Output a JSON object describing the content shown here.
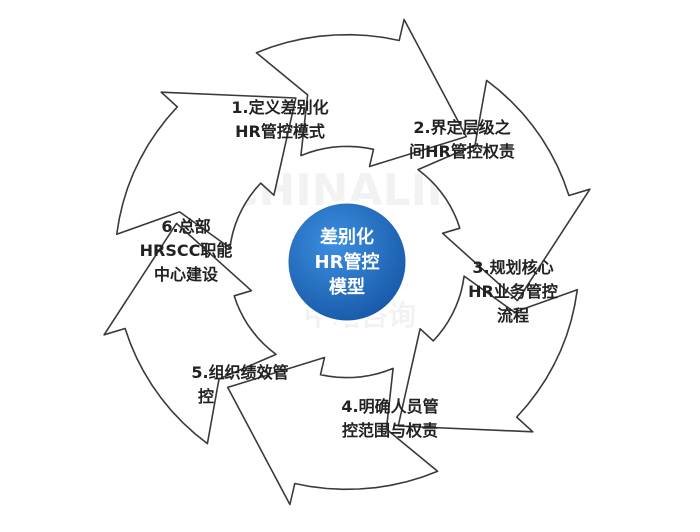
{
  "center": {
    "lines": [
      "差别化",
      "HR管控",
      "模型"
    ],
    "color": "#1f6fc0"
  },
  "steps": [
    {
      "lines": [
        "1.定义差别化",
        "HR管控模式"
      ]
    },
    {
      "lines": [
        "2.界定层级之",
        "间HR管控权责"
      ]
    },
    {
      "lines": [
        "3.规划核心",
        "HR业务管控",
        "流程"
      ]
    },
    {
      "lines": [
        "4.明确人员管",
        "控范围与权责"
      ]
    },
    {
      "lines": [
        "5.组织绩效管",
        "控"
      ]
    },
    {
      "lines": [
        "6.总部",
        "HRSCC职能",
        "中心建设"
      ]
    }
  ],
  "watermark": {
    "latin": "CHINALINE",
    "chinese": "中略咨询"
  }
}
